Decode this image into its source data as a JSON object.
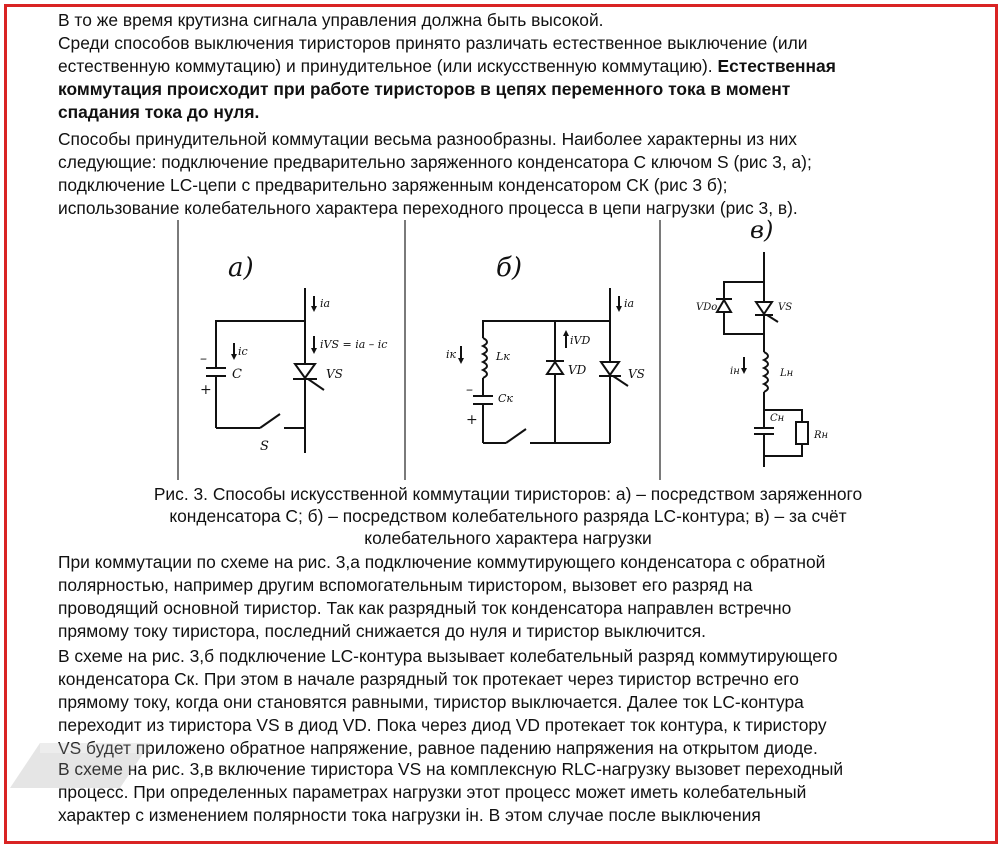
{
  "paragraphs": {
    "p1": [
      "В то же время крутизна сигнала управления должна быть высокой.",
      "Среди способов выключения тиристоров принято различать естественное выключение (или",
      "естественную коммутацию) и принудительное (или искусственную коммутацию).",
      "коммутация происходит при работе тиристоров в цепях переменного тока в момент",
      "спадания тока до нуля."
    ],
    "p1_bold_start": "Естественная",
    "p2": [
      "Способы принудительной коммутации весьма разнообразны. Наиболее характерны из них",
      "следующие: подключение предварительно заряженного конденсатора С ключом S (рис 3, а);",
      "подключение LC-цепи с предварительно заряженным конденсатором СК (рис 3 б);",
      "использование колебательного характера переходного процесса в цепи нагрузки (рис 3, в)."
    ],
    "caption": [
      "Рис. 3. Способы искусственной коммутации тиристоров: а) – посредством заряженного",
      "конденсатора С; б) – посредством колебательного разряда LC-контура; в) – за счёт",
      "колебательного характера нагрузки"
    ],
    "p3": [
      "При коммутации по схеме на рис. 3,а подключение коммутирующего конденсатора с обратной",
      "полярностью, например другим вспомогательным тиристором, вызовет его разряд на",
      "проводящий основной тиристор. Так как разрядный ток конденсатора направлен встречно",
      "прямому току тиристора, последний снижается до нуля и тиристор выключится."
    ],
    "p4": [
      "В схеме на рис. 3,б подключение LC-контура вызывает колебательный разряд коммутирующего",
      "конденсатора Ск. При этом в начале разрядный ток протекает через тиристор встречно его",
      "прямому току, когда они становятся равными, тиристор выключается. Далее ток LC-контура",
      "переходит из тиристора VS в диод VD. Пока через диод VD протекает ток контура, к тиристору",
      "VS будет приложено обратное напряжение, равное падению напряжения на открытом диоде."
    ],
    "p5": [
      "В схеме на рис. 3,в включение тиристора VS на комплексную RLC-нагрузку вызовет переходный",
      "процесс. При определенных параметрах нагрузки этот процесс может иметь колебательный",
      "характер с изменением полярности тока нагрузки iн. В этом случае после выключения"
    ]
  },
  "figure": {
    "a": {
      "title": "а)",
      "c": "C",
      "s": "S",
      "vs": "VS",
      "ia": "iа",
      "ic": "iс",
      "ivs": "iVS = iа – iс",
      "minus": "–",
      "plus": "+"
    },
    "b": {
      "title": "б)",
      "lk": "Lк",
      "ck": "Cк",
      "vd": "VD",
      "vs": "VS",
      "ik": "iк",
      "ivd": "iVD",
      "ia": "iа",
      "minus": "–",
      "plus": "+"
    },
    "c": {
      "title": "в)",
      "vd": "VDо",
      "vs": "VS",
      "l": "Lн",
      "i": "iн",
      "cn": "Cн",
      "r": "Rн"
    }
  },
  "colors": {
    "border": "#d92323"
  }
}
